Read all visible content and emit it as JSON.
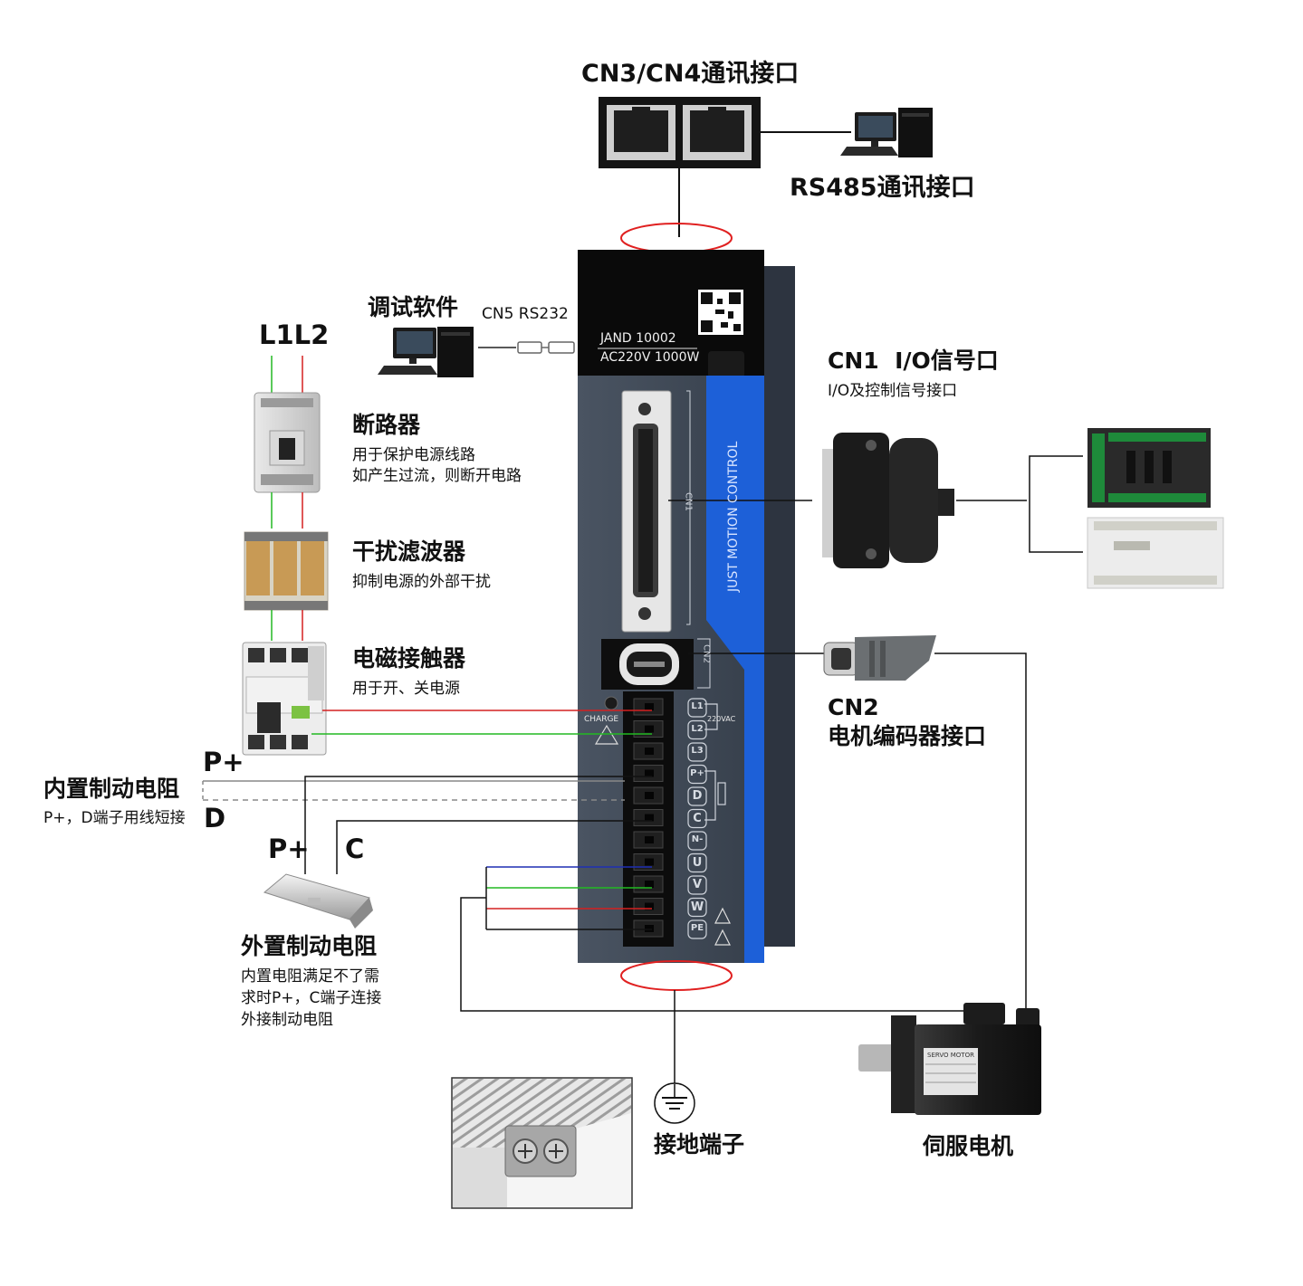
{
  "labels": {
    "cn3_cn4": "CN3/CN4通讯接口",
    "rs485": "RS485通讯接口",
    "debug_software": "调试软件",
    "cn5": "CN5 RS232",
    "l1l2": "L1L2",
    "breaker_title": "断路器",
    "breaker_desc1": "用于保护电源线路",
    "breaker_desc2": "如产生过流，则断开电路",
    "filter_title": "干扰滤波器",
    "filter_desc": "抑制电源的外部干扰",
    "contactor_title": "电磁接触器",
    "contactor_desc": "用于开、关电源",
    "p_plus_top": "P+",
    "internal_brake_title": "内置制动电阻",
    "internal_brake_desc": "P+，D端子用线短接",
    "d_label": "D",
    "p_plus_ext": "P+",
    "c_label": "C",
    "external_brake_title": "外置制动电阻",
    "external_brake_desc1": "内置电阻满足不了需",
    "external_brake_desc2": "求时P+，C端子连接",
    "external_brake_desc3": "外接制动电阻",
    "cn1_title": "CN1  I/O信号口",
    "cn1_desc": "I/O及控制信号接口",
    "cn2_title": "CN2",
    "cn2_desc": "电机编码器接口",
    "ground_label": "接地端子",
    "servo_motor": "伺服电机"
  },
  "drive": {
    "model": "JAND 10002",
    "rating": "AC220V 1000W",
    "brand_vertical": "JUST MOTION CONTROL",
    "cn1_mark": "CN1",
    "cn2_mark": "CN2",
    "charge": "CHARGE",
    "vac": "220VAC",
    "terminals": [
      "L1",
      "L2",
      "L3",
      "P+",
      "D",
      "C",
      "N-",
      "U",
      "V",
      "W",
      "PE"
    ]
  },
  "motor": {
    "nameplate": "SERVO MOTOR"
  },
  "colors": {
    "line_red": "#d42020",
    "line_green": "#22b922",
    "line_blue": "#1e2fb4",
    "drive_body": "#3c4654",
    "drive_blue": "#1d60d8",
    "ellipse_red": "#e02020"
  }
}
